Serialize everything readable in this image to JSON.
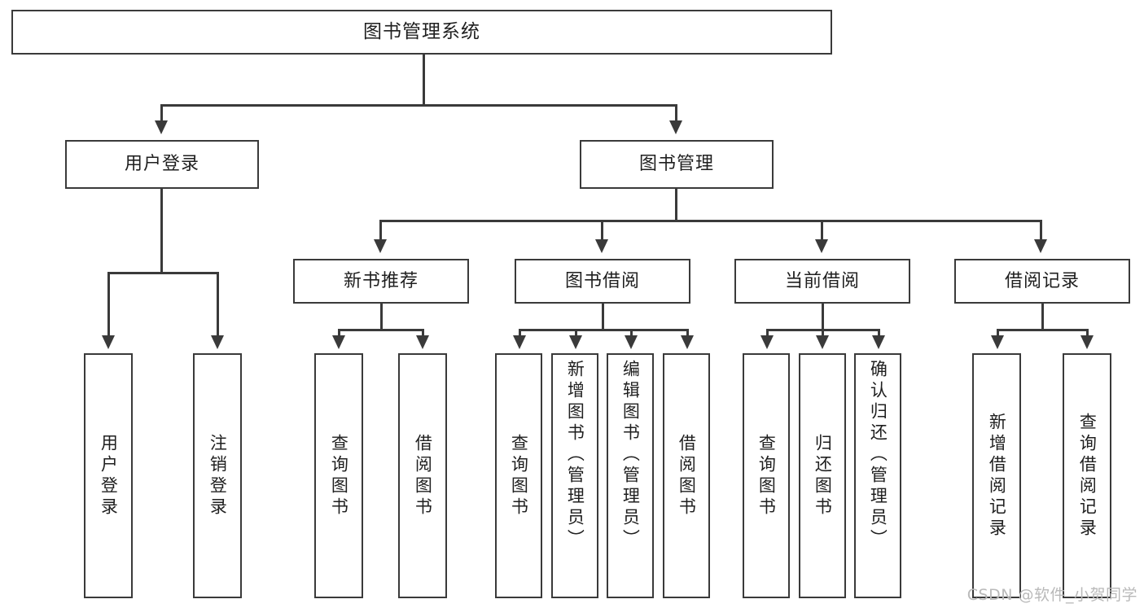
{
  "diagram": {
    "title": "图书管理系统",
    "type": "tree",
    "watermark": "CSDN @软件_小贺同学"
  },
  "root": {
    "label": "图书管理系统"
  },
  "level2": [
    {
      "label": "用户登录"
    },
    {
      "label": "图书管理"
    }
  ],
  "level3": [
    {
      "label": "新书推荐"
    },
    {
      "label": "图书借阅"
    },
    {
      "label": "当前借阅"
    },
    {
      "label": "借阅记录"
    }
  ],
  "leaves": {
    "user_login": [
      {
        "label": "用户登录"
      },
      {
        "label": "注销登录"
      }
    ],
    "new_book": [
      {
        "label": "查询图书"
      },
      {
        "label": "借阅图书"
      }
    ],
    "book_borrow": [
      {
        "label": "查询图书"
      },
      {
        "label": "新增图书（管理员）"
      },
      {
        "label": "编辑图书（管理员）"
      },
      {
        "label": "借阅图书"
      }
    ],
    "current_borrow": [
      {
        "label": "查询图书"
      },
      {
        "label": "归还图书"
      },
      {
        "label": "确认归还（管理员）"
      }
    ],
    "borrow_record": [
      {
        "label": "新增借阅记录"
      },
      {
        "label": "查询借阅记录"
      }
    ]
  },
  "colors": {
    "line": "#3a3a3a",
    "box_border": "#3a3a3a",
    "box_fill": "#ffffff",
    "text": "#1f1f1f",
    "watermark": "#b9b9b9"
  }
}
